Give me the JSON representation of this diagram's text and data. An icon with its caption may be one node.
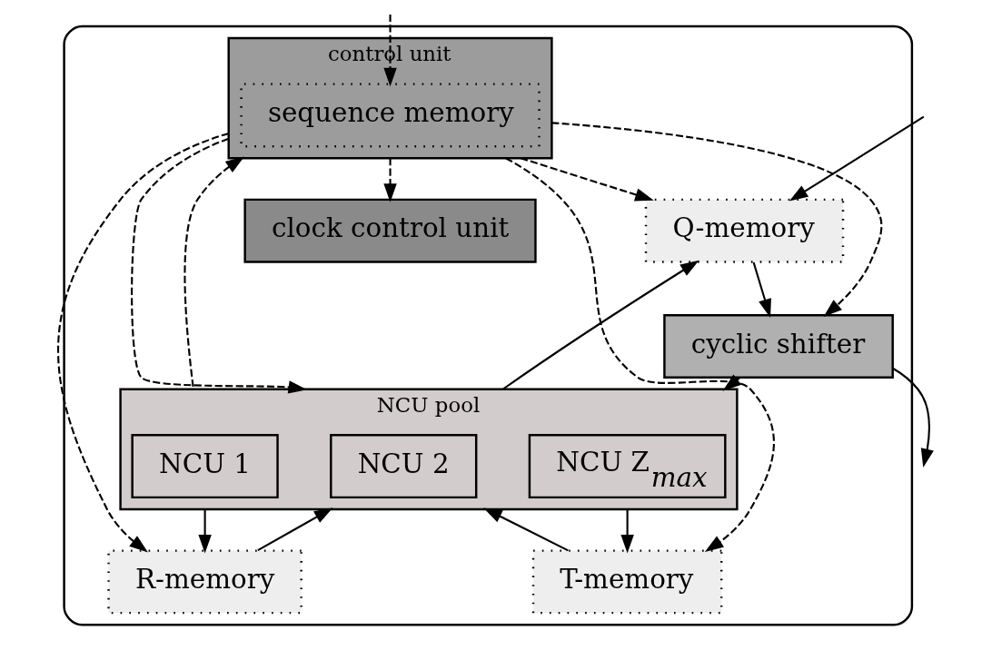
{
  "diagram": {
    "nodes": [
      {
        "text": [],
        "shape": "box"
      },
      {
        "text": [
          "Q-memory"
        ],
        "in": 0
      },
      {
        "text": [
          "clock control unit"
        ],
        "in": 0
      },
      {
        "text": [
          "control unit"
        ],
        "in": 0
      },
      {
        "text": [
          "sequence memory"
        ],
        "in": 3
      },
      {
        "text": [
          "cyclic shifter"
        ],
        "in": 0
      },
      {
        "text": [
          "NCU pool"
        ],
        "in": 0
      },
      {
        "text": [
          "NCU 1"
        ],
        "in": 6
      },
      {
        "text": [
          "NCU 2"
        ],
        "in": 6
      },
      {
        "text": [
          "NCU Z$_{max}$"
        ],
        "in": 6
      },
      {
        "text": [
          "T-memory"
        ],
        "in": 0
      },
      {
        "text": [
          "R-memory"
        ],
        "in": 0
      }
    ],
    "edges": [
      {
        "from": null,
        "to": 1,
        "arrow": "to"
      },
      {
        "from": 1,
        "to": 5,
        "arrow": "to"
      },
      {
        "from": 5,
        "to": 6,
        "arrow": "to"
      },
      {
        "from": 5,
        "to": null,
        "arrow": "to"
      },
      {
        "from": 6,
        "to": 1,
        "arrow": "to"
      },
      {
        "from": 6,
        "to": 11,
        "arrow": "to"
      },
      {
        "from": 11,
        "to": 6,
        "arrow": "to"
      },
      {
        "from": 10,
        "to": 6,
        "arrow": "to"
      },
      {
        "from": 6,
        "to": 10,
        "arrow": "to"
      },
      {
        "from": 6,
        "to": 3,
        "arrow": "to",
        "style": "dashed"
      },
      {
        "from": 3,
        "to": 1,
        "arrow": "to",
        "style": "dashed"
      },
      {
        "from": 3,
        "to": 2,
        "arrow": "to",
        "style": "dashed"
      },
      {
        "from": 3,
        "to": 5,
        "arrow": "to",
        "style": "dashed"
      },
      {
        "from": 3,
        "to": 6,
        "arrow": "to",
        "style": "dashed"
      },
      {
        "from": 3,
        "to": 10,
        "arrow": "to",
        "style": "dashed"
      },
      {
        "from": 3,
        "to": 11,
        "arrow": "to",
        "style": "dashed"
      },
      {
        "from": null,
        "to": 4,
        "arrow": "to",
        "style": "dashed"
      }
    ]
  }
}
